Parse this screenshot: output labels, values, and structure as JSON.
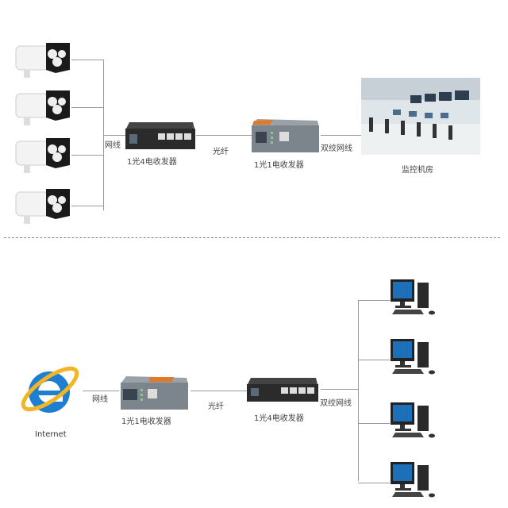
{
  "top": {
    "labels": {
      "cable": "网线",
      "switch": "1光4电收发器",
      "fiber": "光纤",
      "converter": "1光1电收发器",
      "twisted_pair": "双绞网线",
      "control_room": "监控机房"
    },
    "camera_count": 4
  },
  "bottom": {
    "labels": {
      "internet": "Internet",
      "cable": "网线",
      "converter": "1光1电收发器",
      "fiber": "光纤",
      "switch": "1光4电收发器",
      "twisted_pair": "双绞网线"
    },
    "pc_count": 4
  },
  "colors": {
    "line": "#9a9a9a",
    "device_dark": "#2b2b2b",
    "converter_body": "#7d858c",
    "converter_accent": "#e07a2a"
  }
}
